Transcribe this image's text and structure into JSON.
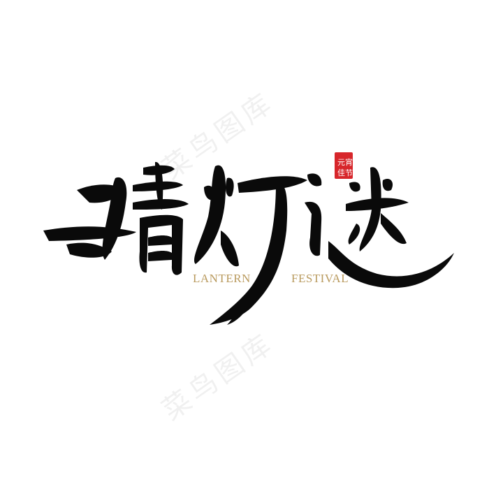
{
  "title": "猜灯谜",
  "subtitle_left": "LANTERN",
  "subtitle_right": "FESTIVAL",
  "seal_text": "元宵佳节",
  "watermark": "菜鸟图库",
  "colors": {
    "ink": "#0a0a0a",
    "gold": "#b99a5e",
    "seal": "#d7262b",
    "watermark": "#ededed"
  }
}
